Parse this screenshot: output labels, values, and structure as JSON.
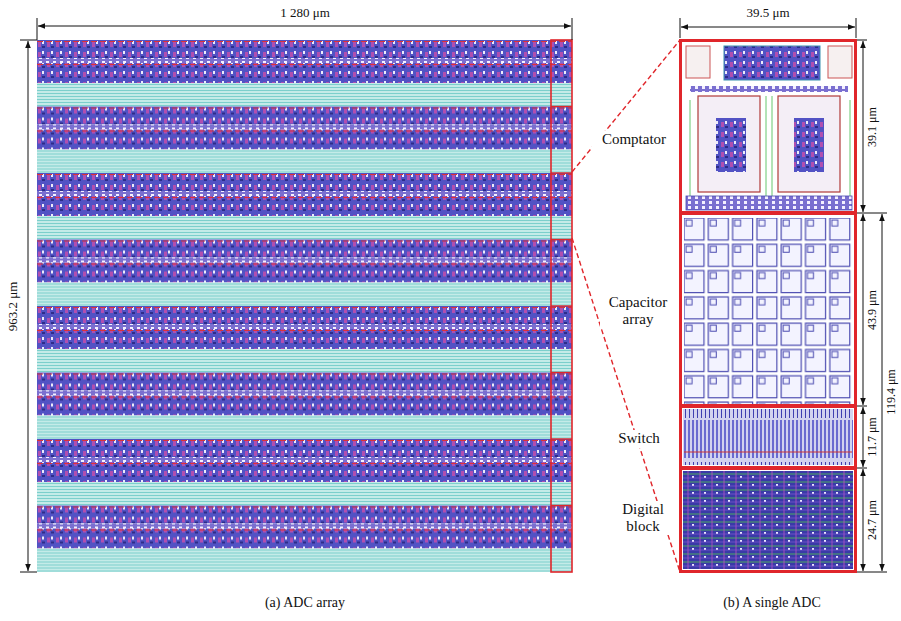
{
  "diagram": {
    "nodes": [
      {
        "text": [
          "Comptator"
        ]
      },
      {
        "text": [
          "Capacitor array"
        ]
      },
      {
        "text": [
          "Switch"
        ]
      },
      {
        "text": [
          "Digital block"
        ]
      }
    ],
    "labels": [
      "1 280 μm",
      "963.2 μm",
      "39.5 μm",
      "39.1 μm",
      "43.9 μm",
      "119.4 μm",
      "11.7 μm",
      "24.7 μm",
      "(a) ADC array",
      "(b) A single ADC"
    ]
  }
}
